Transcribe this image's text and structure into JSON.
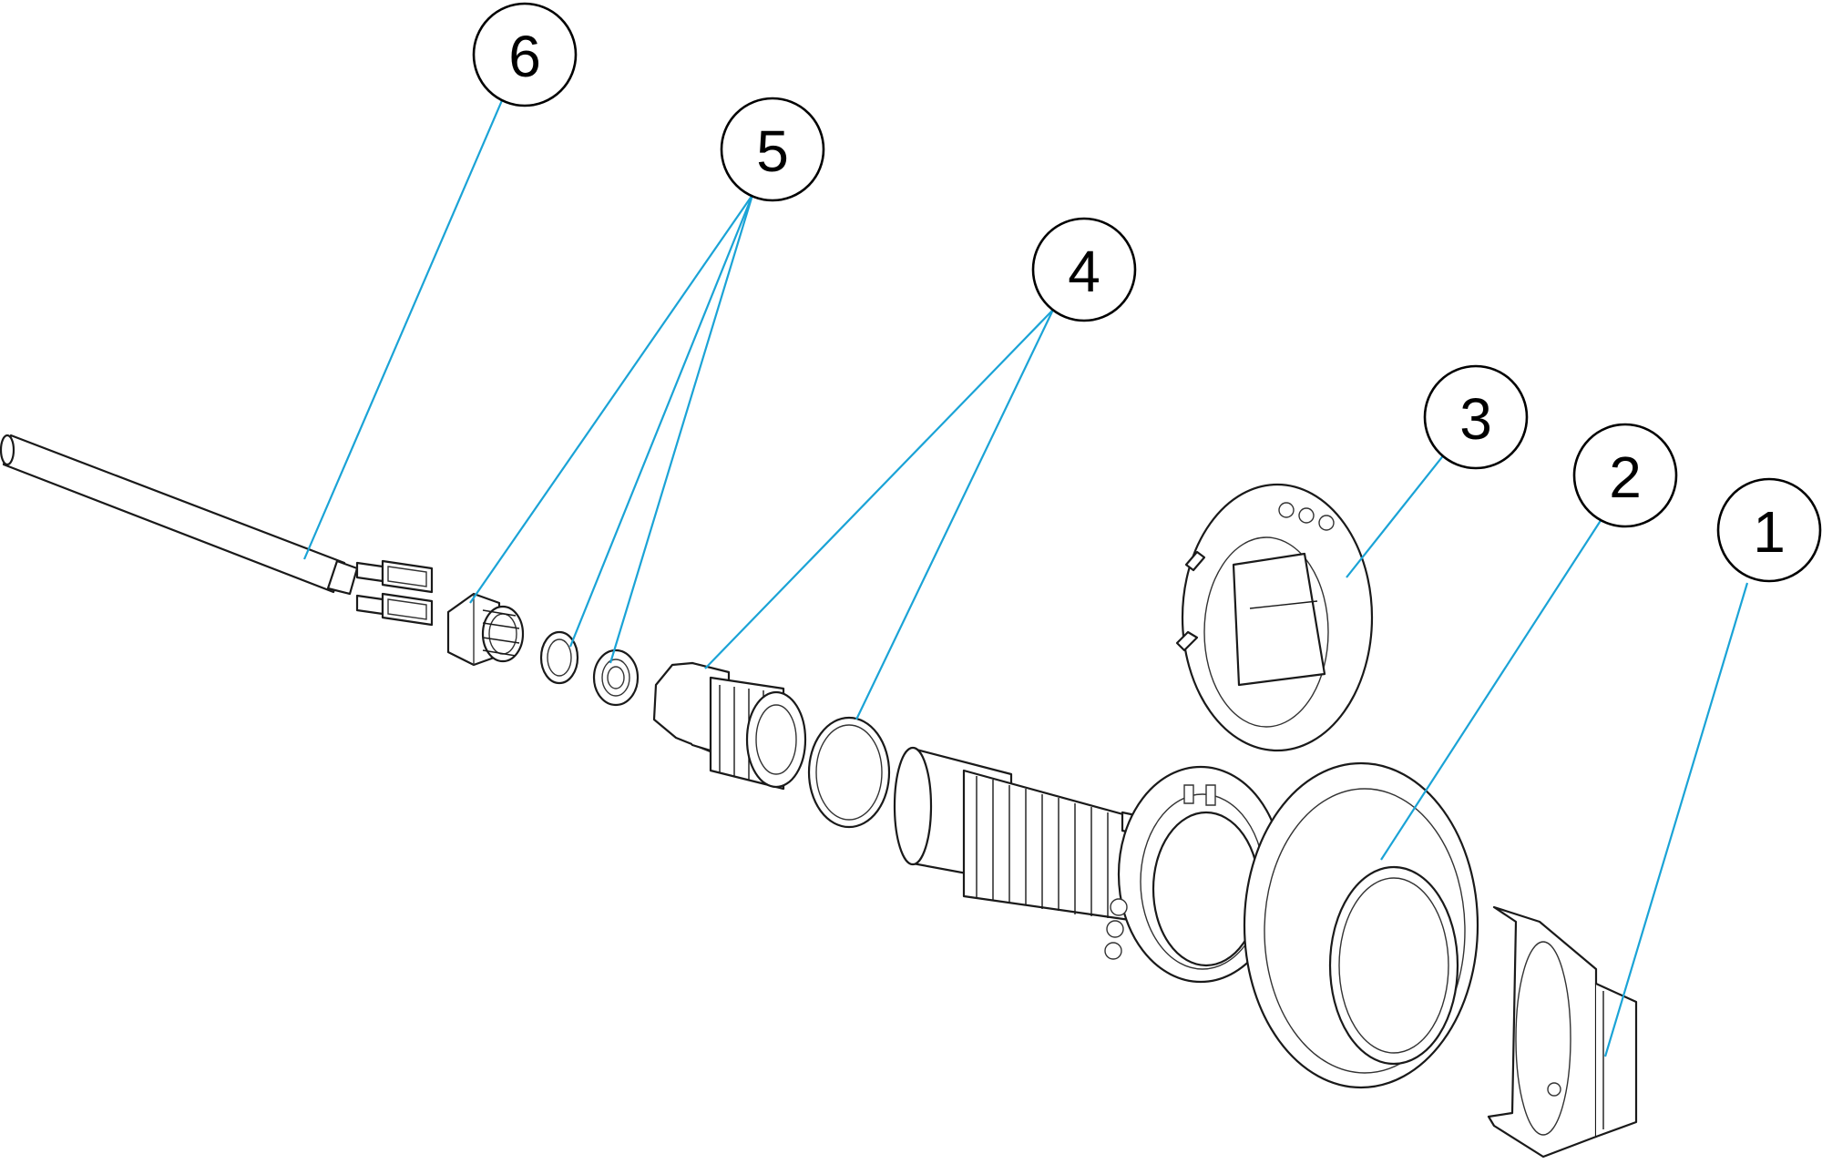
{
  "diagram": {
    "leader_color": "#1aa3d6",
    "balloons": [
      {
        "id": "1",
        "label": "1"
      },
      {
        "id": "2",
        "label": "2"
      },
      {
        "id": "3",
        "label": "3"
      },
      {
        "id": "4",
        "label": "4"
      },
      {
        "id": "5",
        "label": "5"
      },
      {
        "id": "6",
        "label": "6"
      }
    ]
  }
}
